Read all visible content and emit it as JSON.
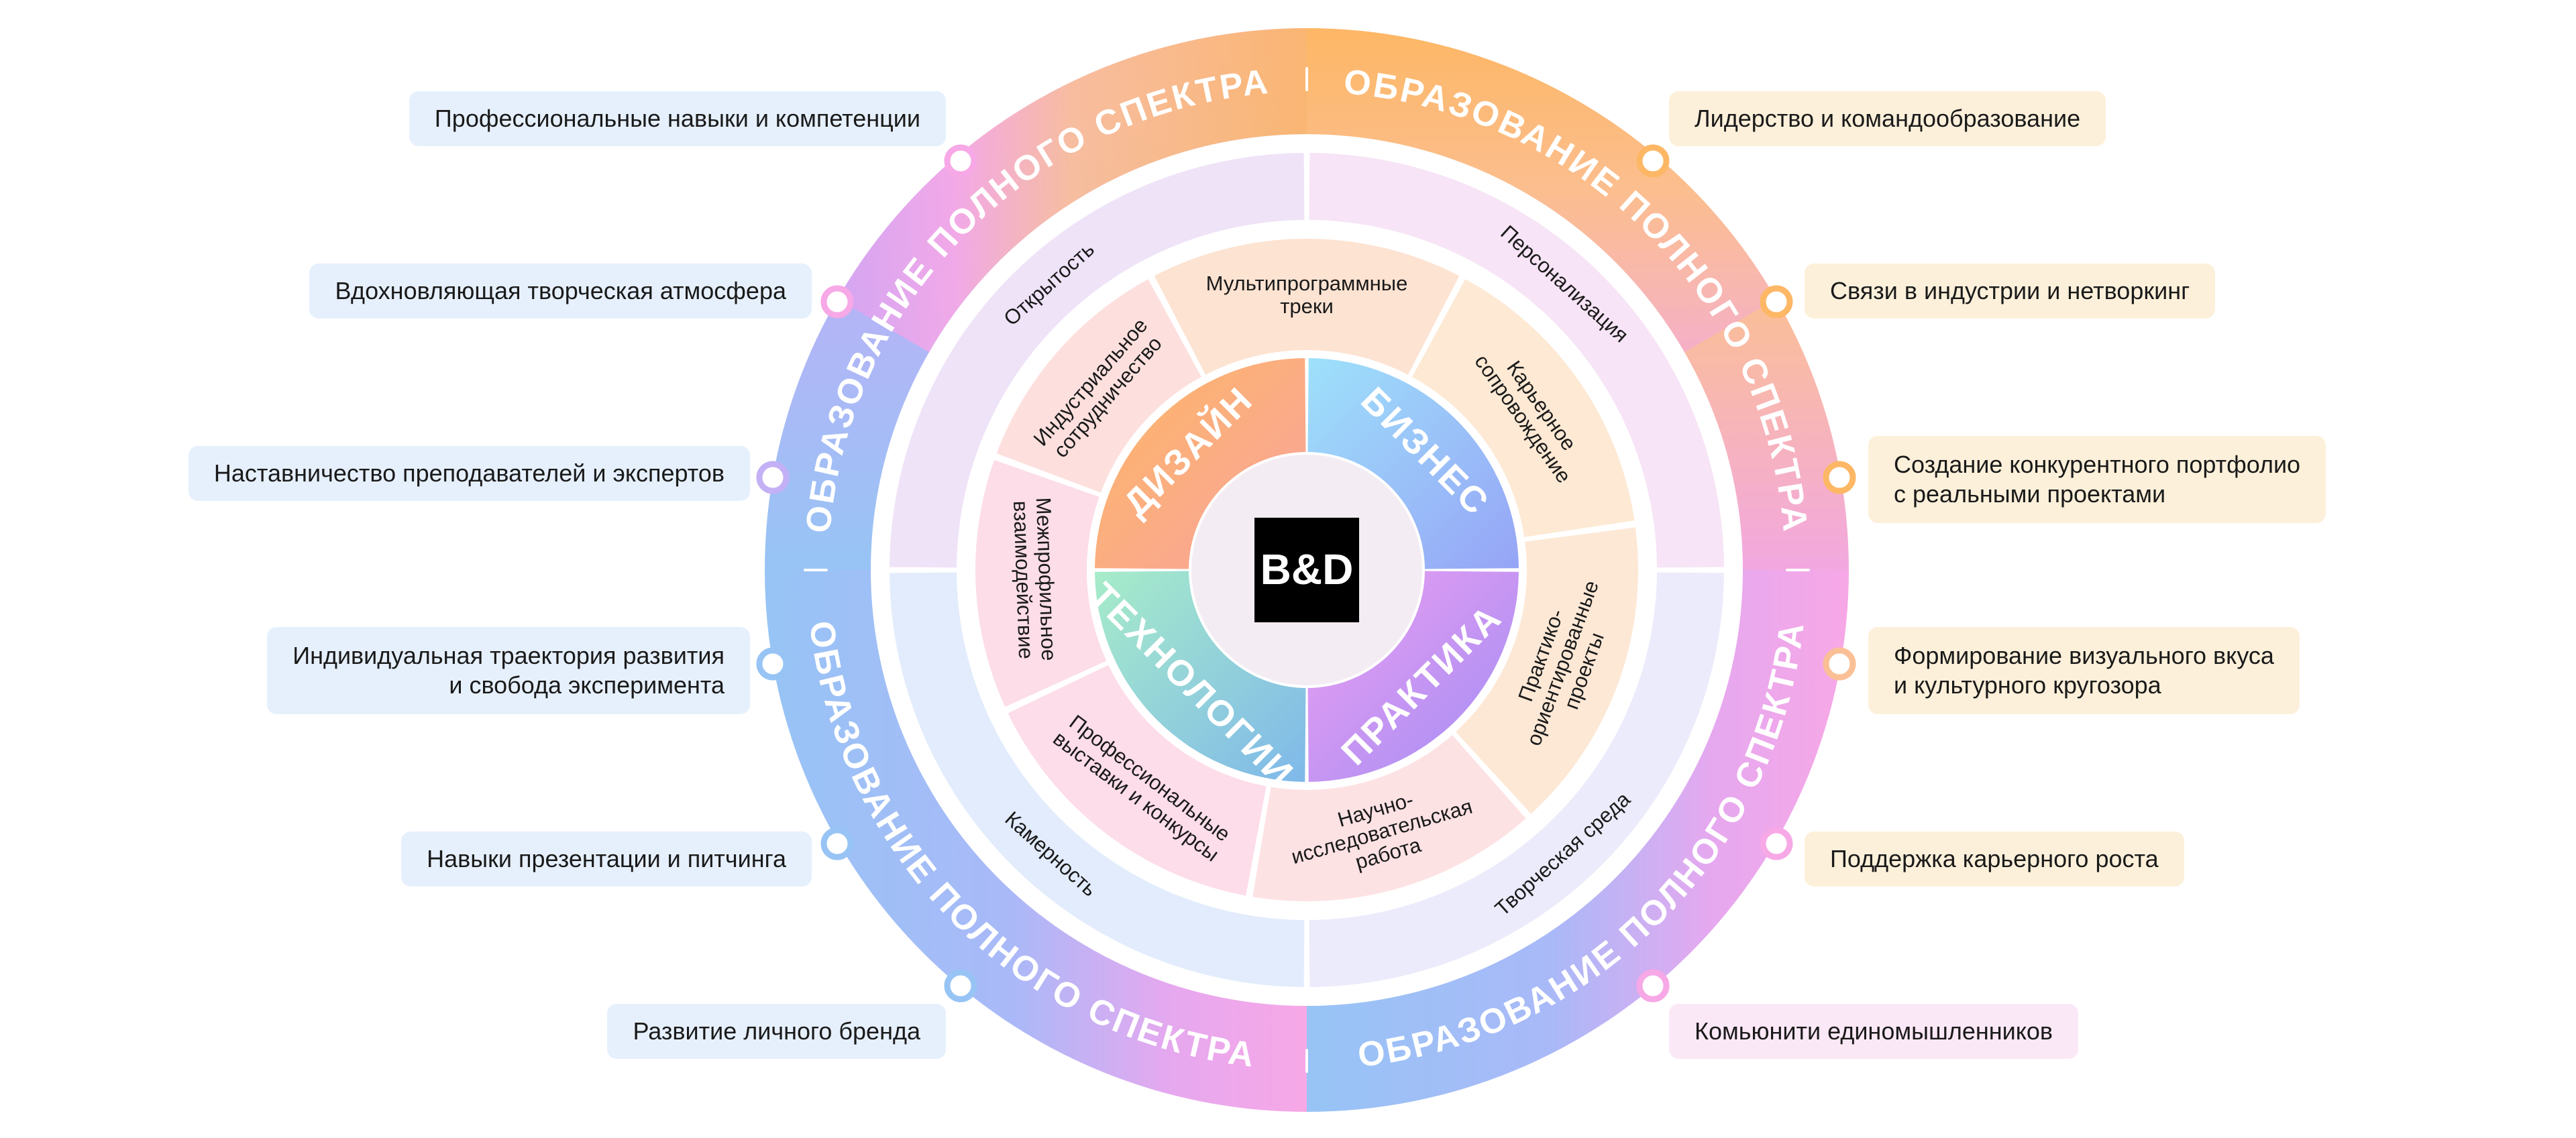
{
  "outer_ring": {
    "label": "ОБРАЗОВАНИЕ ПОЛНОГО СПЕКТРА"
  },
  "center": {
    "logo": "B&D"
  },
  "core": {
    "design": "ДИЗАЙН",
    "business": "БИЗНЕС",
    "technology": "ТЕХНОЛОГИИ",
    "practice": "ПРАКТИКА"
  },
  "middle_ring": {
    "items": [
      [
        "Мультипрограммные",
        "треки"
      ],
      [
        "Карьерное",
        "сопровождение"
      ],
      [
        "Практико-",
        "ориентированные",
        "проекты"
      ],
      [
        "Научно-",
        "исследовательская",
        "работа"
      ],
      [
        "Профессиональные",
        "выставки и конкурсы"
      ],
      [
        "Межпрофильное",
        "взаимодействие"
      ],
      [
        "Индустриальное",
        "сотрудничество"
      ]
    ]
  },
  "values_ring": {
    "items": [
      "Открытость",
      "Персонализация",
      "Творческая среда",
      "Камерность"
    ]
  },
  "left_labels": [
    [
      "Профессиональные навыки и компетенции"
    ],
    [
      "Вдохновляющая творческая атмосфера"
    ],
    [
      "Наставничество преподавателей и экспертов"
    ],
    [
      "Индивидуальная траектория развития",
      "и свобода эксперимента"
    ],
    [
      "Навыки презентации и питчинга"
    ],
    [
      "Развитие личного бренда"
    ]
  ],
  "right_labels": [
    [
      "Лидерство и командообразование"
    ],
    [
      "Связи в индустрии и нетворкинг"
    ],
    [
      "Создание конкурентного портфолио",
      "с реальными проектами"
    ],
    [
      "Формирование визуального вкуса",
      "и культурного кругозора"
    ],
    [
      "Поддержка карьерного роста"
    ],
    [
      "Комьюнити единомышленников"
    ]
  ],
  "colors": {
    "pink": "#f7a8e6",
    "peach": "#fbbf96",
    "orange": "#fdb765",
    "lavender": "#c3b0f5",
    "blue": "#97c4f5",
    "sky": "#a8d8fb",
    "tag_blue": "#e6f0fd",
    "tag_peach": "#fdf0da",
    "tag_pink": "#fbe8f6"
  }
}
